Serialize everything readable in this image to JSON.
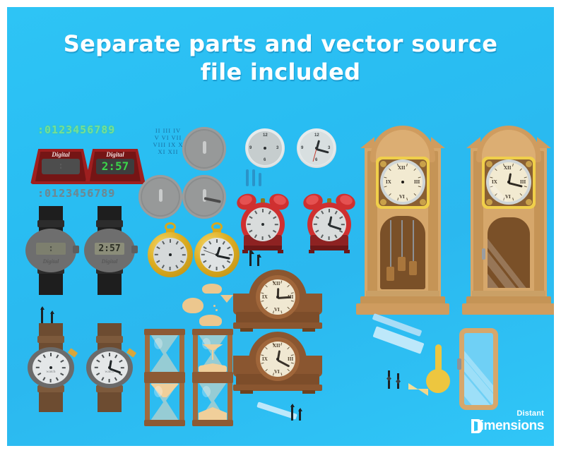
{
  "meta": {
    "background_top": "#2ec4f5",
    "background_bottom": "#30c6f7",
    "border_color": "#ffffff"
  },
  "title": {
    "line1": "Separate parts and vector source",
    "line2": "file included"
  },
  "segment_strips": [
    {
      "name": "green-digits",
      "text": ":0123456789",
      "color": "#3bd44a"
    },
    {
      "name": "pale-digits",
      "text": ":0123456789",
      "color": "#bfeaf8"
    },
    {
      "name": "dark-digits",
      "text": ":0123456789",
      "color": "#111317"
    }
  ],
  "roman_block": {
    "row1": "II  III  IV",
    "row2": "V   VI  VII",
    "row3": "VIII IX   X",
    "row4": "XI   XII"
  },
  "desk_clocks": [
    {
      "brand": "Digital",
      "display": ":",
      "lit": false,
      "accent": "#9e1f1f"
    },
    {
      "brand": "Digital",
      "display": "2:57",
      "lit": true,
      "accent": "#9e1f1f"
    }
  ],
  "wall_clocks": [
    {
      "numbers": [
        "12",
        "3",
        "6",
        "9"
      ],
      "assembled": false,
      "time": ""
    },
    {
      "numbers": [
        "12",
        "3",
        "6",
        "9"
      ],
      "assembled": true,
      "time": "2:57"
    }
  ],
  "bezel_parts": [
    {
      "label": "dial-blank-top",
      "has_hands": false
    },
    {
      "label": "dial-blank-right",
      "has_hands": false
    },
    {
      "label": "dial-blank-left",
      "has_hands": false
    },
    {
      "label": "dial-with-hand",
      "has_hands": true
    }
  ],
  "alarm_clocks": [
    {
      "assembled": false,
      "time": "",
      "case_color": "#cf3030"
    },
    {
      "assembled": true,
      "time": "2:57",
      "case_color": "#cf3030"
    }
  ],
  "pocket_watches": [
    {
      "assembled": false,
      "time": "",
      "case_color": "#ddae23"
    },
    {
      "assembled": true,
      "time": "2:57",
      "case_color": "#ddae23"
    }
  ],
  "wrist_watches_digital": [
    {
      "brand": "Digital",
      "display": ":",
      "lit": false,
      "strap_color": "#1e1e1e"
    },
    {
      "brand": "Digital",
      "display": "2:57",
      "lit": true,
      "strap_color": "#1e1e1e"
    }
  ],
  "wrist_watches_analog": [
    {
      "sublabel": "watch",
      "assembled": false,
      "time": "",
      "strap_color": "#6d4c31"
    },
    {
      "sublabel": "watch",
      "assembled": true,
      "time": "2:57",
      "strap_color": "#6d4c31"
    }
  ],
  "hourglasses": [
    {
      "label": "hourglass-empty",
      "sand_top_pct": 0,
      "sand_bottom_pct": 0,
      "flowing": false
    },
    {
      "label": "hourglass-draining",
      "sand_top_pct": 30,
      "sand_bottom_pct": 40,
      "flowing": true
    },
    {
      "label": "hourglass-full-top",
      "sand_top_pct": 65,
      "sand_bottom_pct": 0,
      "flowing": false
    },
    {
      "label": "hourglass-full-bottom",
      "sand_top_pct": 0,
      "sand_bottom_pct": 55,
      "flowing": false
    }
  ],
  "mantel_clocks": [
    {
      "numerals": [
        "XII",
        "III",
        "VI",
        "IX"
      ],
      "assembled": true,
      "time": "12:02",
      "wood": "#8a5630"
    },
    {
      "numerals": [
        "XII",
        "III",
        "VI",
        "IX"
      ],
      "assembled": true,
      "time": "1:05",
      "wood": "#8a5630"
    }
  ],
  "grandfather_clocks": [
    {
      "label": "grandfather-disassembled",
      "assembled": false,
      "numerals": [
        "XII",
        "III",
        "VI",
        "IX"
      ],
      "weights": 3,
      "has_pendulum": false,
      "has_glass_door": false,
      "wood": "#d6a76b",
      "trim": "#f0cf4a"
    },
    {
      "label": "grandfather-assembled",
      "assembled": true,
      "numerals": [
        "XII",
        "III",
        "VI",
        "IX"
      ],
      "weights": 3,
      "has_pendulum": true,
      "has_glass_door": true,
      "time": "2:57",
      "wood": "#d6a76b",
      "trim": "#f0cf4a"
    }
  ],
  "loose_parts": [
    {
      "name": "clock-hands-pair-1",
      "type": "hands"
    },
    {
      "name": "clock-hands-pair-2",
      "type": "hands"
    },
    {
      "name": "clock-hands-pair-3",
      "type": "hands"
    },
    {
      "name": "clock-hands-pair-4",
      "type": "hands"
    },
    {
      "name": "sand-pile-large",
      "type": "sand"
    },
    {
      "name": "sand-pile-mound",
      "type": "sand"
    },
    {
      "name": "sand-pile-cone",
      "type": "sand"
    },
    {
      "name": "sand-grains",
      "type": "sand"
    },
    {
      "name": "glass-sheen-strip-1",
      "type": "glass"
    },
    {
      "name": "glass-sheen-strip-2",
      "type": "glass"
    },
    {
      "name": "glass-sheen-strip-3",
      "type": "glass"
    },
    {
      "name": "pendulum-gold",
      "type": "pendulum"
    },
    {
      "name": "pendulum-bowtie",
      "type": "bowtie"
    },
    {
      "name": "glass-door-panel",
      "type": "door"
    }
  ],
  "logo": {
    "line1": "Distant",
    "line2": "imensions",
    "mark": "portal-d-icon"
  }
}
